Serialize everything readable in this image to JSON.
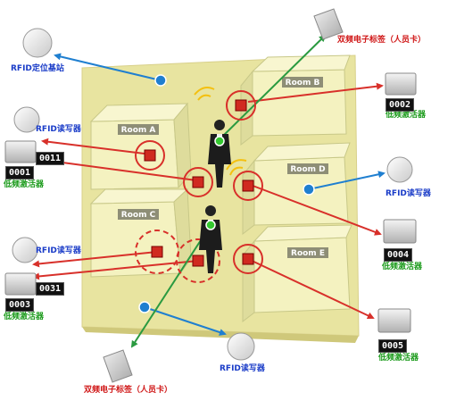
{
  "rooms": {
    "a": "Room A",
    "b": "Room B",
    "c": "Room C",
    "d": "Room D",
    "e": "Room E"
  },
  "labels": {
    "base_station": "RFID定位基站",
    "tag_top": "双频电子标签（人员卡）",
    "tag_bottom": "双频电子标签（人员卡）",
    "reader_left_top": "RFID读写器",
    "reader_right_mid": "RFID读写器",
    "reader_left_bottom": "RFID读写器",
    "reader_bottom": "RFID读写器",
    "activator_1": "低频激活器",
    "activator_2": "低频激活器",
    "activator_3": "低频激活器",
    "activator_4": "低频激活器",
    "activator_5": "低频激活器"
  },
  "codes": {
    "c0001": "0001",
    "c0011": "0011",
    "c0002": "0002",
    "c0003": "0003",
    "c0031": "0031",
    "c0004": "0004",
    "c0005": "0005"
  },
  "colors": {
    "floor": "#e8e4a0",
    "room_fill": "#f2f0b8",
    "arrow_red": "#d8302a",
    "arrow_blue": "#1f7fd0",
    "arrow_green": "#2a9a40",
    "label_blue": "#1a3cc8",
    "label_red": "#d01818",
    "label_green": "#1a9a1a"
  },
  "icons": [
    "reader-icon",
    "tag-card-icon",
    "activator-icon",
    "person-icon",
    "signal-waves-icon"
  ]
}
